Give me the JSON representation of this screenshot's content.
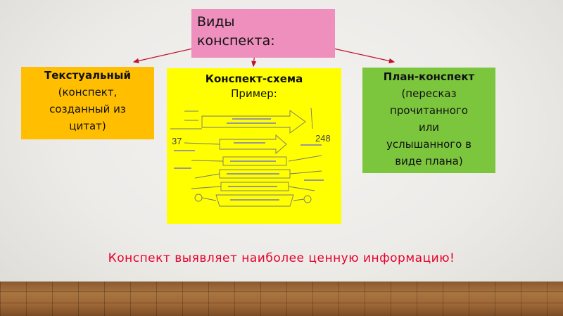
{
  "title": {
    "line1": "Виды",
    "line2": "конспекта:"
  },
  "boxes": {
    "left": {
      "heading": "Текстуальный",
      "lines": [
        "(конспект,",
        "созданный из",
        "цитат)"
      ]
    },
    "middle": {
      "heading": "Конспект-схема",
      "subheading": "Пример:",
      "numbers": [
        "37",
        "248"
      ]
    },
    "right": {
      "heading": "План-конспект",
      "lines": [
        "(пересказ",
        "прочитанного",
        "или",
        "услышанного в",
        "виде плана)"
      ]
    }
  },
  "footer": {
    "message": "Конспект выявляет наиболее ценную информацию!"
  },
  "colors": {
    "title_bg": "#ee8fbd",
    "left_bg": "#ffbf00",
    "middle_bg": "#ffff00",
    "right_bg": "#7cc63e",
    "arrow": "#c0102a",
    "footer_text": "#e8002a"
  }
}
